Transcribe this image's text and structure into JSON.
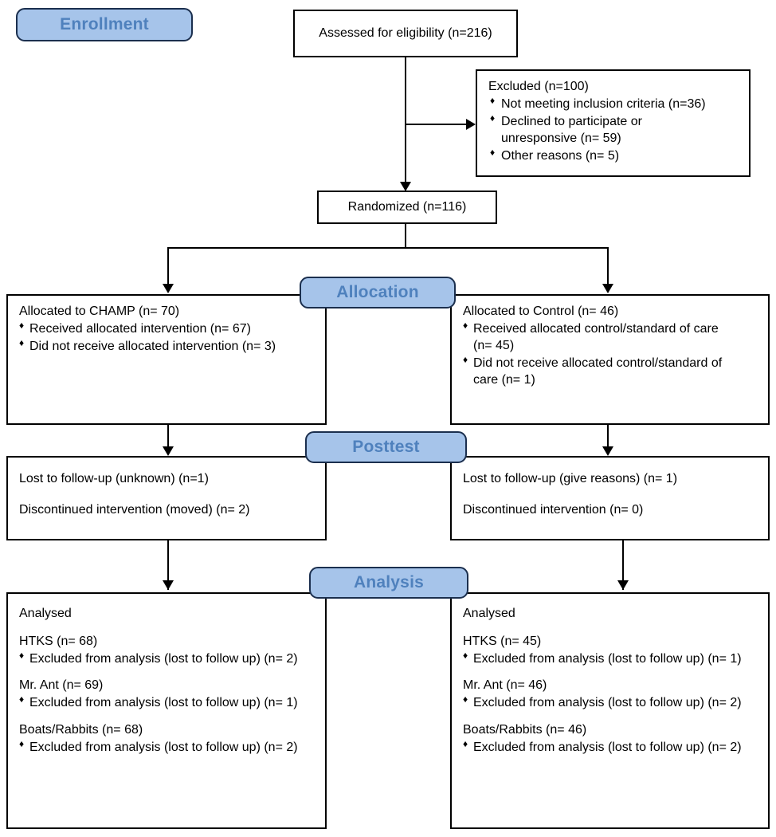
{
  "stages": {
    "enrollment": "Enrollment",
    "allocation": "Allocation",
    "posttest": "Posttest",
    "analysis": "Analysis"
  },
  "enrollment": {
    "assessed": "Assessed for eligibility (n=216)",
    "excluded_title": "Excluded (n=100)",
    "excluded_items": [
      "Not meeting inclusion criteria (n=36)",
      "Declined to participate or\n    unresponsive (n= 59)",
      "Other reasons (n= 5)"
    ],
    "randomized": "Randomized (n=116)"
  },
  "allocation": {
    "left": {
      "title": "Allocated to CHAMP (n= 70)",
      "items": [
        "Received allocated intervention (n= 67)",
        "Did not receive allocated intervention  (n= 3)"
      ]
    },
    "right": {
      "title": "Allocated to Control (n= 46)",
      "items": [
        "Received allocated control/standard of care\n    (n= 45)",
        "Did not receive allocated control/standard of\n    care (n= 1)"
      ]
    }
  },
  "posttest": {
    "left": [
      "Lost to follow-up (unknown) (n=1)",
      "Discontinued intervention (moved) (n= 2)"
    ],
    "right": [
      "Lost to follow-up (give reasons) (n= 1)",
      "Discontinued intervention (n= 0)"
    ]
  },
  "analysis": {
    "left": {
      "heading": "Analysed",
      "groups": [
        {
          "title": "HTKS (n= 68)",
          "item": "Excluded from analysis (lost to follow up) (n= 2)"
        },
        {
          "title": "Mr. Ant (n= 69)",
          "item": "Excluded from analysis (lost to follow up) (n= 1)"
        },
        {
          "title": "Boats/Rabbits (n= 68)",
          "item": "Excluded from analysis (lost to follow up) (n= 2)"
        }
      ]
    },
    "right": {
      "heading": "Analysed",
      "groups": [
        {
          "title": "HTKS (n= 45)",
          "item": "Excluded from analysis (lost to follow up) (n= 1)"
        },
        {
          "title": "Mr. Ant (n= 46)",
          "item": "Excluded from analysis (lost to follow up) (n= 2)"
        },
        {
          "title": "Boats/Rabbits (n= 46)",
          "item": "Excluded from analysis (lost to follow up) (n= 2)"
        }
      ]
    }
  },
  "colors": {
    "pill_fill": "#a6c4ea",
    "pill_border": "#1b2f4e",
    "pill_text": "#4f81bd",
    "box_border": "#000000",
    "background": "#ffffff"
  }
}
